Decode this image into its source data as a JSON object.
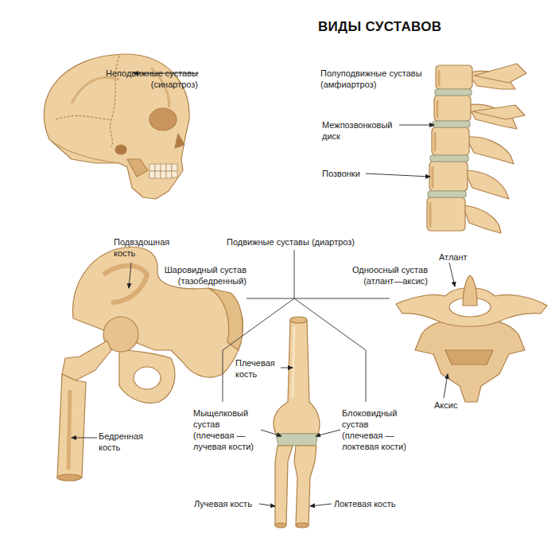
{
  "diagram": {
    "title": "ВИДЫ СУСТАВОВ",
    "labels": [
      "Неподвижные суставы (синартроз)",
      "Полуподвижные суставы (амфиартроз)",
      "Межпозвонковый диск",
      "Позвонки",
      "Подвздошная кость",
      "Подвижные суставы (диартроз)",
      "Шаровидный сустав (тазобедренный)",
      "Одноосный сустав (атлант—аксис)",
      "Атлант",
      "Аксис",
      "Бедренная кость",
      "Плечевая кость",
      "Мыщелковый сустав (плечевая — лучевая кости)",
      "Блоковидный сустав (плечевая — локтевая кости)",
      "Лучевая кость",
      "Локтевая кость"
    ]
  }
}
